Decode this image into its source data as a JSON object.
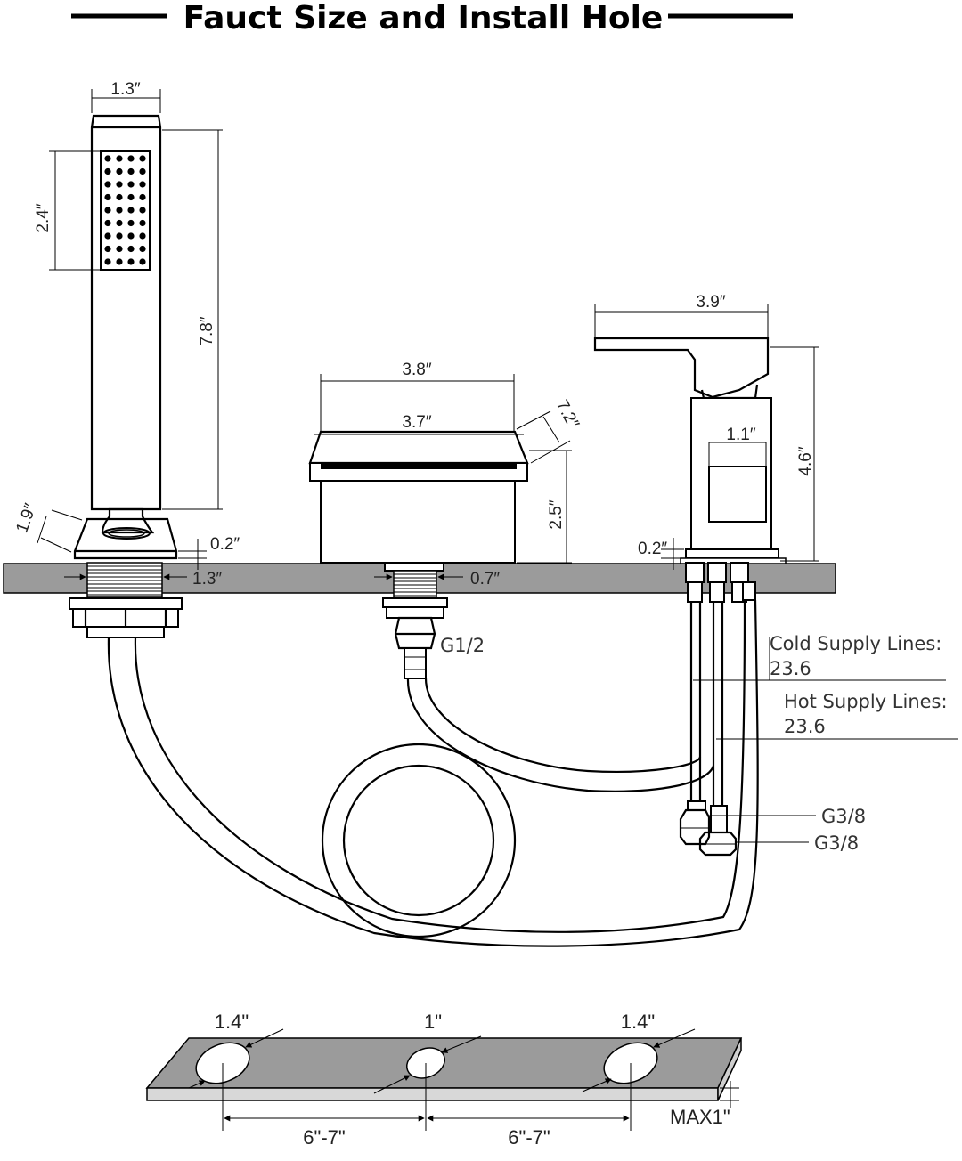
{
  "title": "Fauct Size and Install Hole",
  "dimensions": {
    "shower_width": "1.3″",
    "shower_spray": "2.4″",
    "shower_height": "7.8″",
    "shower_base_height": "1.9″",
    "shower_base_thick": "0.2″",
    "shower_thread": "1.3″",
    "spout_top": "3.8″",
    "spout_mid": "3.7″",
    "spout_depth": "7.2″",
    "spout_height": "2.5″",
    "spout_thread": "0.7″",
    "spout_connector": "G1/2",
    "handle_width": "3.9″",
    "handle_body": "1.1″",
    "handle_height": "4.6″",
    "handle_base_thick": "0.2″",
    "cold_line_label": "Cold Supply Lines:",
    "cold_line_value": "23.6",
    "hot_line_label": "Hot Supply Lines:",
    "hot_line_value": "23.6",
    "fitting_1": "G3/8",
    "fitting_2": "G3/8"
  },
  "install_holes": {
    "hole_left": "1.4\"",
    "hole_middle": "1\"",
    "hole_right": "1.4\"",
    "spacing_left": "6\"-7\"",
    "spacing_right": "6\"-7\"",
    "max_thickness": "MAX1\""
  }
}
